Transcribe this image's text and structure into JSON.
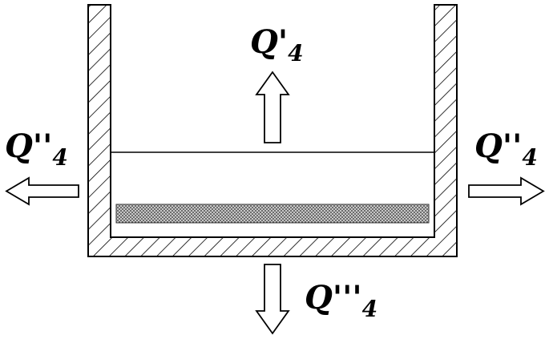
{
  "labels": {
    "top": {
      "main": "Q'",
      "sub": "4"
    },
    "left": {
      "main": "Q''",
      "sub": "4"
    },
    "right": {
      "main": "Q''",
      "sub": "4"
    },
    "bottom": {
      "main": "Q'''",
      "sub": "4"
    }
  },
  "colors": {
    "line": "#000000",
    "background": "#ffffff",
    "hatch": "#000000",
    "filter_layer": "#9a9a9a"
  },
  "icons": {
    "heat_out_top": "arrow-up-icon",
    "heat_out_left": "arrow-left-icon",
    "heat_out_right": "arrow-right-icon",
    "heat_out_bottom": "arrow-down-icon"
  }
}
